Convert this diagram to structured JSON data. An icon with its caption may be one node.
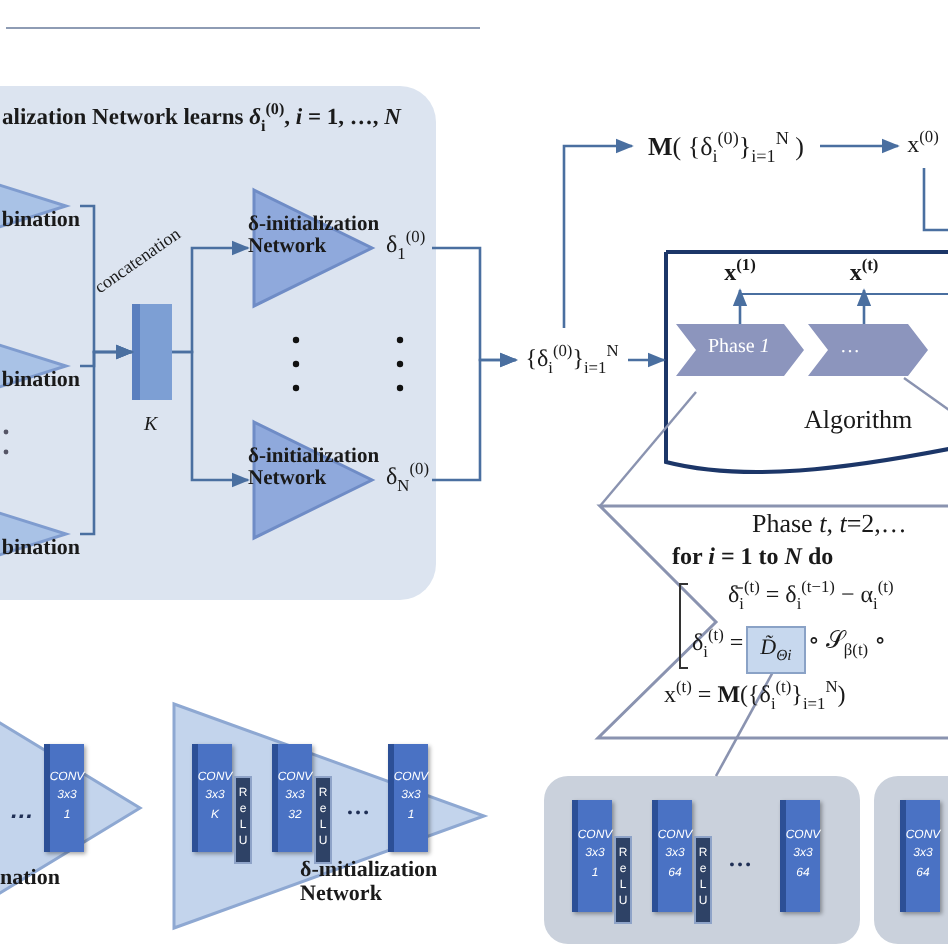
{
  "diagram": {
    "nodes": [
      {
        "text": [
          "alization Network learns *δ*$_{i}$$^{(0)}$, *i* = 1, …, *N*"
        ]
      },
      {
        "text": [
          "bination"
        ],
        "in": 0
      },
      {
        "text": [
          "bination"
        ],
        "in": 0
      },
      {
        "text": [
          "bination"
        ],
        "in": 0
      },
      {
        "text": [],
        "shape": "bar",
        "in": 0,
        "beside": [
          "concatenation",
          "K"
        ]
      },
      {
        "text": [
          "δ-initialization Network"
        ],
        "in": 0,
        "beside": [
          "δ$_{1}$$^{(0)}$"
        ]
      },
      {
        "text": [
          "δ-initialization Network"
        ],
        "in": 0,
        "beside": [
          "δ$_{N}$$^{(0)}$"
        ]
      },
      {
        "text": [
          "{δ$_{i}$$^{(0)}$}$_{i=1}$$^{N}$"
        ]
      },
      {
        "text": [
          "**M**( {δ$_{i}$$^{(0)}$}$_{i=1}$$^{N}$ )"
        ]
      },
      {
        "text": [
          "x$^{(0)}$"
        ]
      },
      {
        "text": [
          "Algorithm"
        ]
      },
      {
        "text": [
          "Phase *1*"
        ],
        "in": 10
      },
      {
        "text": [
          "…"
        ],
        "in": 10
      },
      {
        "text": [
          "x$^{(1)}$"
        ],
        "in": 10
      },
      {
        "text": [
          "x$^{(t)}$"
        ],
        "in": 10
      },
      {
        "text": [
          "Phase *t*,  *t*=2,…",
          "for *i* = 1 to *N* do",
          "δ̄$_{i}$$^{(t)}$ = δ$_{i}$$^{(t−1)}$ − α$_{i}$$^{(t)}$",
          "δ$_{i}$$^{(t)}$ =",
          "∘ 𝒮$_{β(t)}$ ∘",
          "x$^{(t)}$ = **M**({δ$_{i}$$^{(t)}$}$_{i=1}$$^{N}$)"
        ]
      },
      {
        "text": [
          "D̃$_{Θi}$"
        ],
        "in": 15
      },
      {
        "text": [
          "nation"
        ]
      },
      {
        "text": [
          "CONV 3x3 1"
        ],
        "in": 17,
        "beside": [
          "…"
        ]
      },
      {
        "text": [
          "δ-initialization Network"
        ]
      },
      {
        "text": [
          "CONV 3x3 K"
        ],
        "in": 19
      },
      {
        "text": [
          "ReLU"
        ],
        "in": 19
      },
      {
        "text": [
          "CONV 3x3 32"
        ],
        "in": 19
      },
      {
        "text": [
          "ReLU"
        ],
        "in": 19
      },
      {
        "text": [
          "CONV 3x3 1"
        ],
        "in": 19
      },
      {
        "text": [],
        "shape": "box"
      },
      {
        "text": [
          "CONV 3x3 1"
        ],
        "in": 25
      },
      {
        "text": [
          "ReLU"
        ],
        "in": 25
      },
      {
        "text": [
          "CONV 3x3 64"
        ],
        "in": 25
      },
      {
        "text": [
          "ReLU"
        ],
        "in": 25
      },
      {
        "text": [
          "CONV 3x3 64"
        ],
        "in": 25
      },
      {
        "text": [],
        "shape": "box"
      },
      {
        "text": [
          "CONV 3x3 64"
        ],
        "in": 31
      }
    ],
    "edges": [
      {
        "from": 1,
        "to": 4,
        "arrow": "to"
      },
      {
        "from": 2,
        "to": 4,
        "arrow": "to"
      },
      {
        "from": 3,
        "to": 4,
        "arrow": "to"
      },
      {
        "from": 4,
        "to": 5,
        "arrow": "to"
      },
      {
        "from": 4,
        "to": 6,
        "arrow": "to"
      },
      {
        "from": 5,
        "to": 7,
        "arrow": "to"
      },
      {
        "from": 6,
        "to": 7,
        "arrow": "to"
      },
      {
        "from": 7,
        "to": 8,
        "arrow": "to"
      },
      {
        "from": 8,
        "to": 9,
        "arrow": "to"
      },
      {
        "from": 9,
        "to": 10,
        "arrow": "none"
      },
      {
        "from": 7,
        "to": 10,
        "arrow": "to"
      },
      {
        "from": 11,
        "to": 13,
        "arrow": "to"
      },
      {
        "from": 12,
        "to": 14,
        "arrow": "to"
      },
      {
        "from": 16,
        "to": 25,
        "arrow": "none"
      }
    ],
    "labels": [
      "…",
      "…"
    ]
  }
}
